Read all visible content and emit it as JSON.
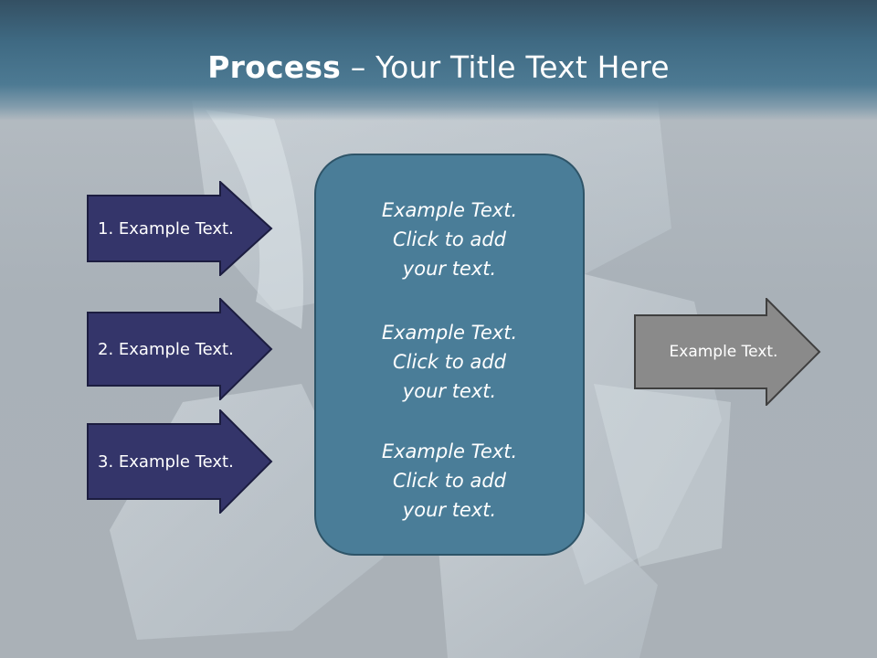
{
  "slide": {
    "title_bold": "Process",
    "title_rest": " – Your Title Text Here"
  },
  "left_arrows": [
    {
      "label": "1. Example Text."
    },
    {
      "label": "2. Example Text."
    },
    {
      "label": "3. Example Text."
    }
  ],
  "center_box": {
    "blocks": [
      {
        "line1": "Example Text.",
        "line2": "Click  to add",
        "line3": "your text."
      },
      {
        "line1": "Example Text.",
        "line2": "Click  to add",
        "line3": "your text."
      },
      {
        "line1": "Example Text.",
        "line2": "Click  to add",
        "line3": "your text."
      }
    ]
  },
  "right_arrow": {
    "label": "Example Text."
  },
  "colors": {
    "header": "#3f6a83",
    "left_arrow_fill": "#34356a",
    "center_box_fill": "#4a7d98",
    "right_arrow_fill": "#8a8a8a"
  }
}
